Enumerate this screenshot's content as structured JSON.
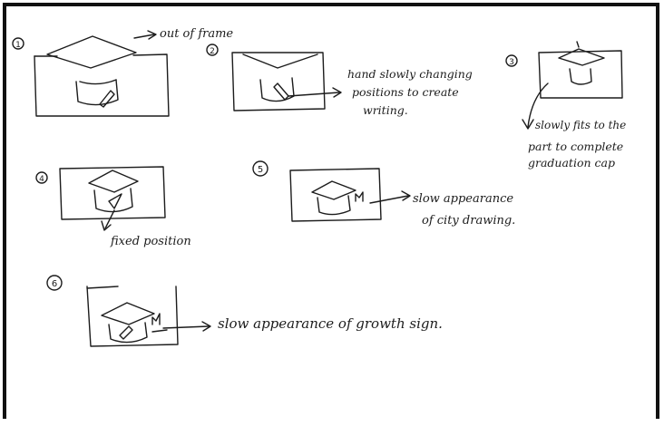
{
  "steps": [
    {
      "number": "1",
      "note": "out of frame"
    },
    {
      "number": "2",
      "note_lines": [
        "hand slowly changing",
        "positions to create",
        "writing."
      ]
    },
    {
      "number": "3",
      "note_lines": [
        "slowly fits to the",
        "part to complete",
        "graduation cap"
      ]
    },
    {
      "number": "4",
      "note": "fixed position"
    },
    {
      "number": "5",
      "note_lines": [
        "slow appearance",
        "of city drawing."
      ]
    },
    {
      "number": "6",
      "note": "slow appearance of growth sign."
    }
  ],
  "colors": {
    "ink": "#1c1c1c",
    "paper": "#ffffff",
    "frame": "#111111"
  }
}
